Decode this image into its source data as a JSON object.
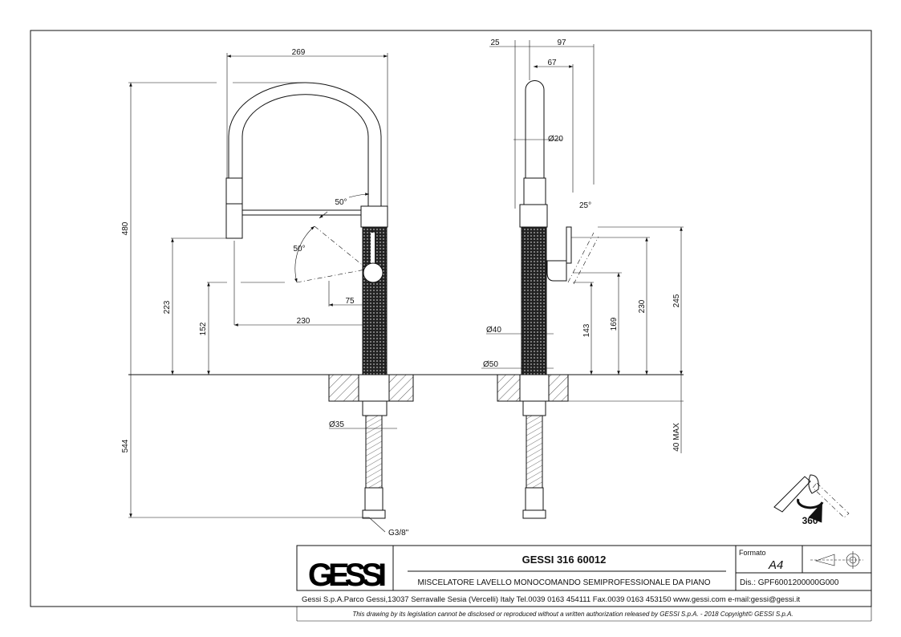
{
  "drawing": {
    "front_view": {
      "width_label": "269",
      "height_label": "480",
      "spout_height_label": "223",
      "min_height_label": "152",
      "reach_label": "230",
      "handle_reach_label": "75",
      "angle_top_label": "50°",
      "angle_side_label": "50°",
      "hose_diameter_label": "Ø35",
      "below_length_label": "544",
      "thread_label": "G3/8\""
    },
    "side_view": {
      "offset_label": "25",
      "depth_label": "97",
      "handle_depth_label": "67",
      "pipe_diameter_label": "Ø20",
      "handle_angle_label": "25°",
      "body_diameter_label": "Ø40",
      "base_diameter_label": "Ø50",
      "h143_label": "143",
      "h169_label": "169",
      "h230_label": "230",
      "h245_label": "245",
      "deck_label": "40 MAX"
    },
    "rotation_label": "360°"
  },
  "title_block": {
    "logo": "GESSI",
    "product_code": "GESSI 316 60012",
    "description": "MISCELATORE LAVELLO MONOCOMANDO SEMIPROFESSIONALE DA PIANO",
    "format_label": "Formato",
    "format_value": "A4",
    "drawing_number": "Dis.: GPF6001200000G000",
    "address": "Gessi S.p.A.Parco Gessi,13037 Serravalle Sesia (Vercelli) Italy Tel.0039 0163 454111 Fax.0039 0163 453150 www.gessi.com e-mail:gessi@gessi.it",
    "disclaimer": "This drawing by its legislation cannot be disclosed or reproduced without a written authorization released by GESSI S.p.A. - 2018 Copyright© GESSI S.p.A."
  }
}
